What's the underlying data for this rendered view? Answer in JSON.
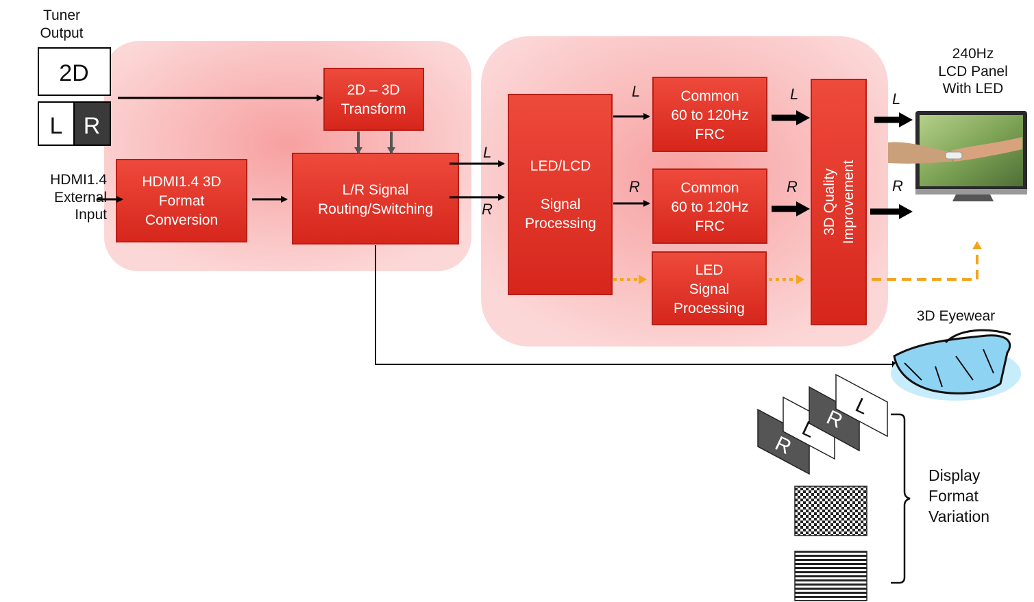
{
  "inputs": {
    "tuner": "Tuner\nOutput",
    "mode_2d": "2D",
    "left": "L",
    "right": "R",
    "hdmi": "HDMI1.4\nExternal\nInput"
  },
  "blocks": {
    "hdmi_conv": "HDMI1.4 3D\nFormat\nConversion",
    "transform": "2D – 3D\nTransform",
    "routing": "L/R Signal\nRouting/Switching",
    "led_lcd": "LED/LCD\n\nSignal\nProcessing",
    "frc_l": "Common\n60 to 120Hz\nFRC",
    "frc_r": "Common\n60 to 120Hz\nFRC",
    "led_sig": "LED\nSignal\nProcessing",
    "quality": "3D Quality\nImprovement"
  },
  "signals": {
    "L": "L",
    "R": "R"
  },
  "outputs": {
    "panel": "240Hz\nLCD Panel\nWith LED",
    "eyewear": "3D Eyewear",
    "format_label": "Display\nFormat\nVariation",
    "frame_R": "R",
    "frame_L": "L"
  },
  "colors": {
    "block_fill": "#e8382c",
    "block_dark": "#b81e16",
    "group_bg": "#fbd3d3",
    "led_path": "#f5a623",
    "eyewear": "#8fd3f3"
  }
}
